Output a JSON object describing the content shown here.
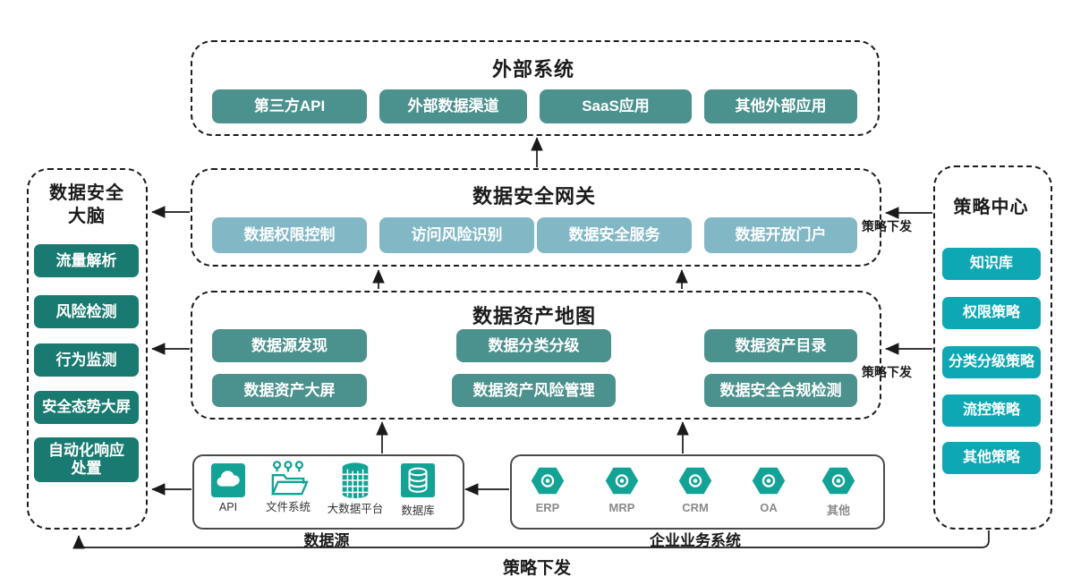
{
  "diagram": {
    "external": {
      "title": "外部系统",
      "items": [
        "第三方API",
        "外部数据渠道",
        "SaaS应用",
        "其他外部应用"
      ]
    },
    "gateway": {
      "title": "数据安全网关",
      "items": [
        "数据权限控制",
        "访问风险识别",
        "数据安全服务",
        "数据开放门户"
      ]
    },
    "asset_map": {
      "title": "数据资产地图",
      "items": [
        "数据源发现",
        "数据分类分级",
        "数据资产目录",
        "数据资产大屏",
        "数据资产风险管理",
        "数据安全合规检测"
      ]
    },
    "brain": {
      "title": "数据安全大脑",
      "items": [
        "流量解析",
        "风险检测",
        "行为监测",
        "安全态势大屏",
        "自动化响应处置"
      ]
    },
    "policy": {
      "title": "策略中心",
      "items": [
        "知识库",
        "权限策略",
        "分类分级策略",
        "流控策略",
        "其他策略"
      ]
    },
    "data_source": {
      "label": "数据源",
      "items": [
        {
          "icon": "api-cloud-icon",
          "label": "API"
        },
        {
          "icon": "file-system-icon",
          "label": "文件系统"
        },
        {
          "icon": "bigdata-platform-icon",
          "label": "大数据平台"
        },
        {
          "icon": "database-icon",
          "label": "数据库"
        }
      ]
    },
    "business": {
      "label": "企业业务系统",
      "items": [
        "ERP",
        "MRP",
        "CRM",
        "OA",
        "其他"
      ]
    },
    "labels": {
      "policy_push": "策略下发"
    },
    "colors": {
      "teal_chip": "#4B918D",
      "gateway_chip": "#82B7C5",
      "brain_chip": "#187A70",
      "policy_chip": "#0EA8B4",
      "icon_teal": "#13A296",
      "line": "#1a1a1a"
    }
  }
}
